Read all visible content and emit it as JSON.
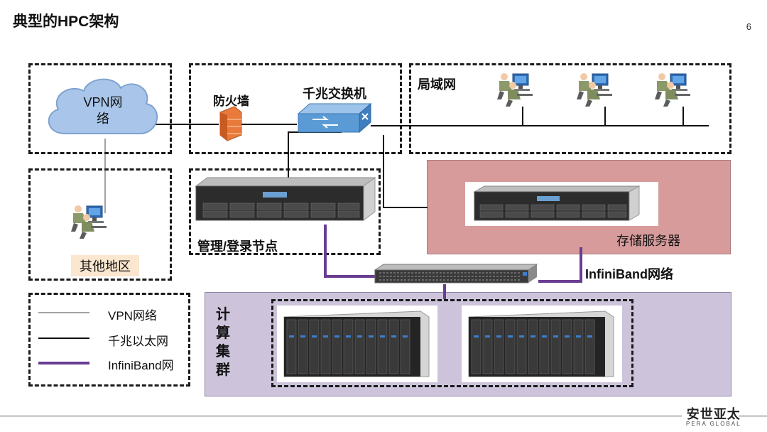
{
  "slide": {
    "title": "典型的HPC架构",
    "page_number": "6"
  },
  "nodes": {
    "vpn_cloud": "VPN网\n络",
    "firewall": "防火墙",
    "gigabit_switch": "千兆交换机",
    "lan": "局域网",
    "other_region": "其他地区",
    "mgmt_login_node": "管理/登录节点",
    "storage_server": "存储服务器",
    "infiniband_network": "InfiniBand网络",
    "compute_cluster": [
      "计",
      "算",
      "集",
      "群"
    ]
  },
  "legend": [
    {
      "label": "VPN网络",
      "style": "thin"
    },
    {
      "label": "千兆以太网",
      "style": "medium"
    },
    {
      "label": "InfiniBand网",
      "style": "thick-purple"
    }
  ],
  "logo": {
    "main": "安世亚太",
    "sub": "PERA GLOBAL"
  },
  "colors": {
    "infiniband_line": "#6a3d92",
    "storage_panel": "#d79b9b",
    "compute_panel": "#cdc4dc",
    "region_label_bg": "#fbe6cf",
    "cloud": "#a9c6ea",
    "switch": "#5b9bd5",
    "firewall": "#e87a3c"
  }
}
